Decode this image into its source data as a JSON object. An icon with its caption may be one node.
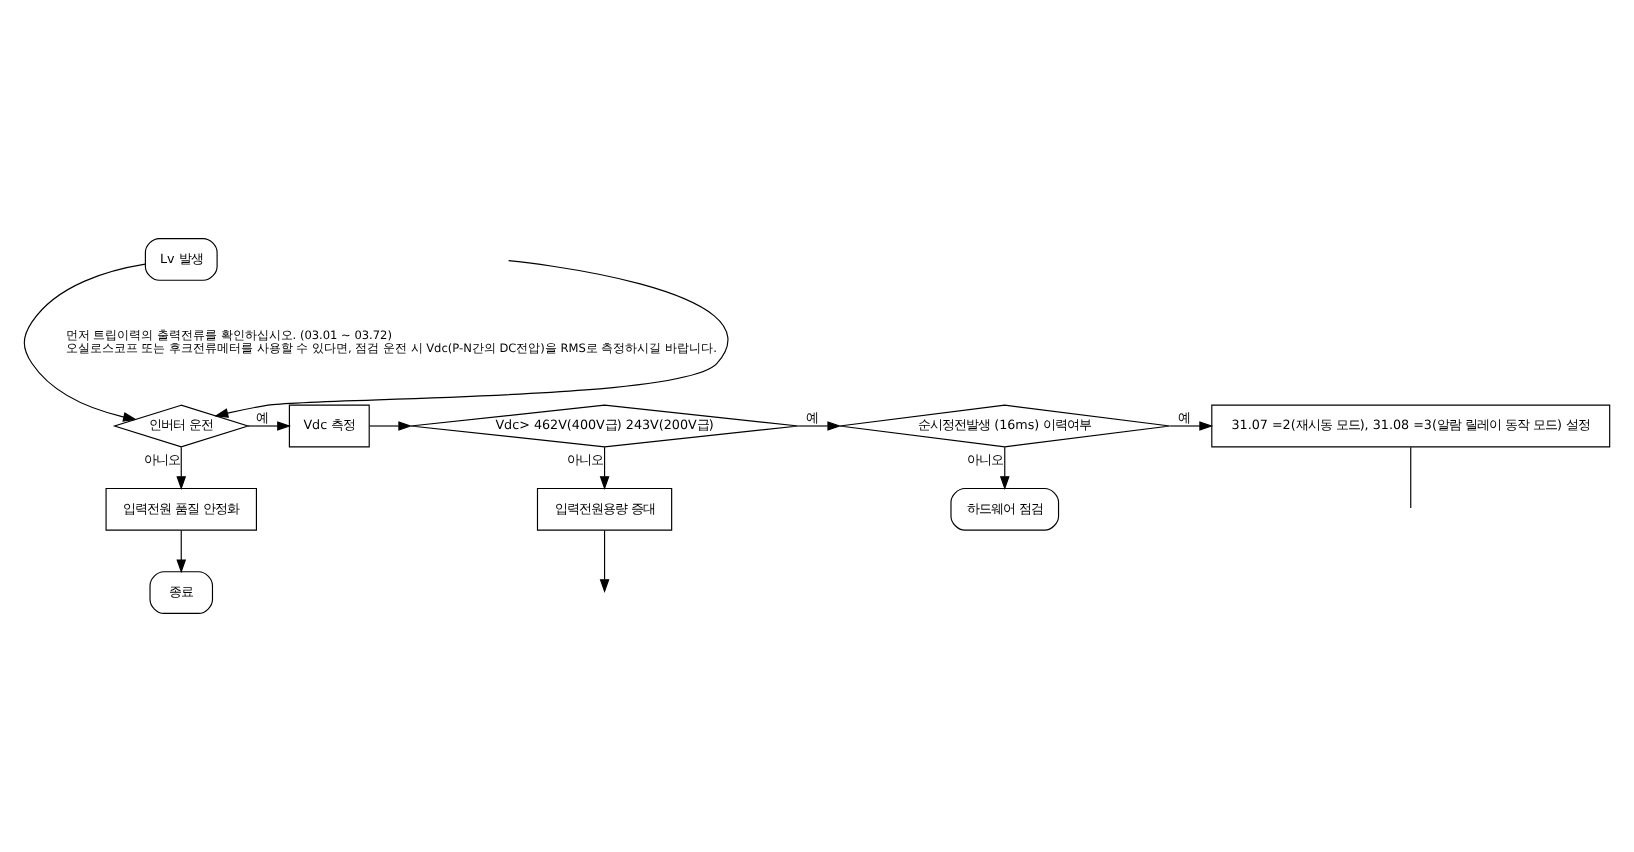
{
  "diagram": {
    "nodes": [
      {
        "text": [
          "Lv 발생"
        ]
      },
      {
        "text": [
          "인버터 운전"
        ]
      },
      {
        "text": [
          "Vdc 측정"
        ]
      },
      {
        "text": [
          "Vdc> 462V(400V급) 243V(200V급)"
        ]
      },
      {
        "text": [
          "순시정전발생 (16ms) 이력여부"
        ]
      },
      {
        "text": [
          "31.07 =2(재시동 모드), 31.08 =3(알람 릴레이 동작 모드) 설정"
        ]
      },
      {
        "text": [
          "입력전원 품질 안정화"
        ]
      },
      {
        "text": [
          "종료"
        ]
      },
      {
        "text": [
          "하드웨어 점검"
        ]
      },
      {
        "text": [
          "입력전원용량 증대"
        ]
      }
    ],
    "edges": [
      {
        "from": 0,
        "to": 1,
        "arrow": "to"
      },
      {
        "from": null,
        "to": 1,
        "arrow": "to"
      },
      {
        "from": 1,
        "to": 2,
        "label": "예",
        "arrow": "to"
      },
      {
        "from": 2,
        "to": 3,
        "arrow": "to"
      },
      {
        "from": 3,
        "to": 4,
        "label": "예",
        "arrow": "to"
      },
      {
        "from": 4,
        "to": 5,
        "label": "예",
        "arrow": "to"
      },
      {
        "from": 5,
        "to": null,
        "arrow": "none"
      },
      {
        "from": 1,
        "to": 6,
        "label": "아니오",
        "arrow": "to"
      },
      {
        "from": 6,
        "to": 7,
        "arrow": "to"
      },
      {
        "from": 4,
        "to": 8,
        "label": "아니오",
        "arrow": "to"
      },
      {
        "from": 3,
        "to": 9,
        "label": "아니오",
        "arrow": "to"
      },
      {
        "from": 9,
        "to": null,
        "arrow": "to"
      }
    ],
    "labels": [
      "먼저 트립이력의 출력전류를 확인하십시오. (03.01 ~ 03.72)",
      "오실로스코프 또는 후크전류메터를 사용할 수 있다면, 점검 운전 시 Vdc(P-N간의 DC전압)을 RMS로 측정하시길 바랍니다."
    ]
  }
}
